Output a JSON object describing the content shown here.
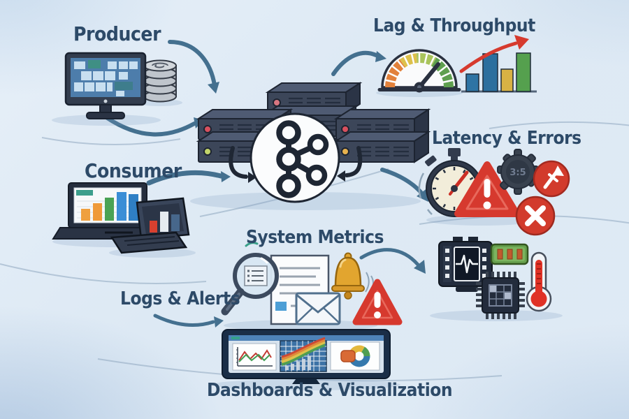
{
  "labels": {
    "producer": "Producer",
    "lag_throughput": "Lag & Throughput",
    "latency_errors": "Latency & Errors",
    "consumer": "Consumer",
    "system_metrics": "System Metrics",
    "logs_alerts": "Logs & Alerts",
    "dashboards": "Dashboards & Visualization"
  },
  "gear_display": "3:5",
  "colors": {
    "background": "#dde9f4",
    "label_text": "#2d4a68",
    "arrow_blue": "#44708f",
    "arrow_dark": "#1f2734",
    "error_red": "#d6392e",
    "gauge_orange": "#e2813b",
    "gauge_yellow": "#ddc14c",
    "gauge_green": "#5f9f4f",
    "bar_blue": "#2e74a4",
    "bar_yellow": "#d8b244",
    "bar_green": "#55a04e",
    "bell_gold": "#e2a52f",
    "server_body": "#3c4659",
    "kafka_ink": "#1e2633",
    "module_green": "#67a14e",
    "thermometer_red": "#e03226"
  },
  "icons": {
    "producer_group": [
      "desktop-monitor-icon",
      "database-icon"
    ],
    "cluster_group": [
      "server-stack-icon",
      "kafka-logo-icon"
    ],
    "lag_group": [
      "gauge-icon",
      "bar-chart-icon",
      "growth-arrow-icon"
    ],
    "latency_group": [
      "stopwatch-icon",
      "warning-triangle-icon",
      "gear-icon",
      "hammer-badge-icon",
      "error-x-icon"
    ],
    "consumer_group": [
      "laptop-chart-icon",
      "laptop-small-icon"
    ],
    "system_metrics_group": [
      "magnifier-icon",
      "document-icon",
      "envelope-icon",
      "bell-icon",
      "warning-triangle-icon"
    ],
    "hardware_group": [
      "pulse-monitor-icon",
      "memory-module-icon",
      "cpu-chip-icon",
      "thermometer-icon"
    ],
    "dashboard_group": [
      "dashboard-monitor-icon",
      "line-chart-panel",
      "grid-chart-panel",
      "donut-chart-panel"
    ]
  }
}
